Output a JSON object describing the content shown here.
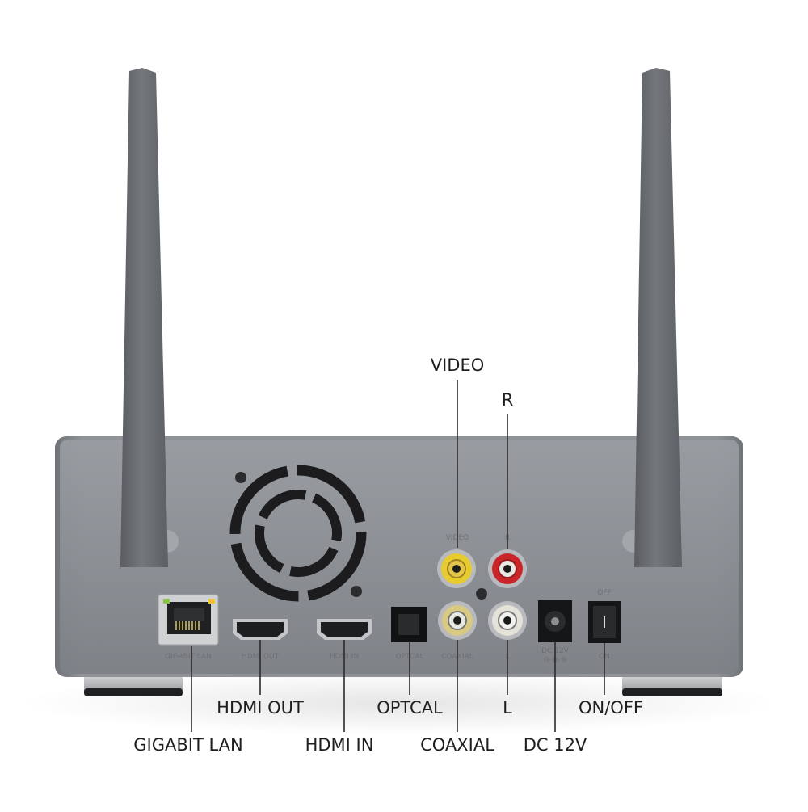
{
  "colors": {
    "chassis": "#8f9398",
    "antenna": "#6b6e73",
    "port_yellow": "#e8cc2e",
    "port_red": "#c9262a",
    "port_white": "#e9e9e3",
    "callout_line": "#2a2a2a",
    "label_text": "#1e1e1e"
  },
  "device": {
    "panel_labels": {
      "lan": "GIGABIT LAN",
      "hdmi_out": "HDMI OUT",
      "hdmi_in": "HDMI IN",
      "optical": "OPTCAL",
      "coaxial": "COAXIAL",
      "video": "VIDEO",
      "right": "R",
      "left": "L",
      "dc_top": "DC 12V",
      "dc_polarity": "⊖-◉-⊕",
      "switch_off": "OFF",
      "switch_on": "ON"
    }
  },
  "callouts": {
    "video": "VIDEO",
    "right": "R",
    "gigabit_lan": "GIGABIT LAN",
    "hdmi_out": "HDMI OUT",
    "hdmi_in": "HDMI IN",
    "optical": "OPTCAL",
    "coaxial": "COAXIAL",
    "left": "L",
    "dc": "DC 12V",
    "power": "ON/OFF"
  }
}
